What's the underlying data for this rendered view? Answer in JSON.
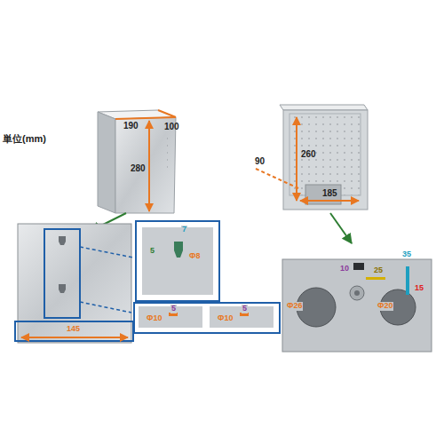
{
  "diagram": {
    "nodes": [
      {
        "text": [
          "7",
          "5",
          "Φ8"
        ]
      },
      {
        "text": [
          "5",
          "Φ10",
          "5",
          "Φ10"
        ]
      }
    ],
    "labels": [
      "単位(mm)",
      "190",
      "100",
      "280",
      "145",
      "90",
      "260",
      "185",
      "35",
      "10",
      "25",
      "15",
      "Φ26",
      "Φ20"
    ]
  }
}
